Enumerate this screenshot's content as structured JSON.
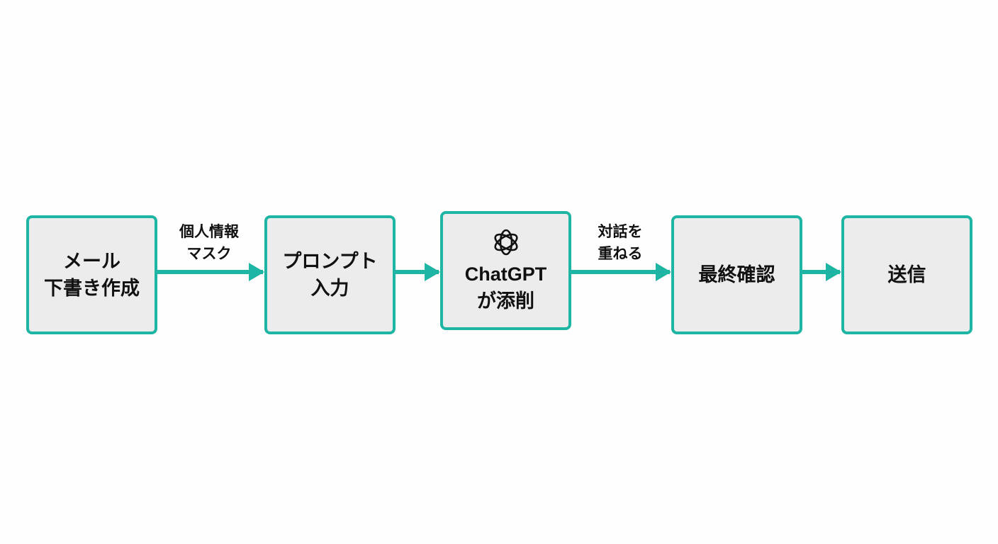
{
  "colors": {
    "accent": "#1fb5a4",
    "box_fill": "#ececec"
  },
  "steps": [
    {
      "line1": "メール",
      "line2": "下書き作成"
    },
    {
      "line1": "プロンプト",
      "line2": "入力"
    },
    {
      "line1": "ChatGPT",
      "line2": "が添削",
      "icon": "openai-logo-icon"
    },
    {
      "line1": "最終確認"
    },
    {
      "line1": "送信"
    }
  ],
  "edges": [
    {
      "line1": "個人情報",
      "line2": "マスク"
    },
    {},
    {
      "line1": "対話を",
      "line2": "重ねる"
    },
    {}
  ]
}
